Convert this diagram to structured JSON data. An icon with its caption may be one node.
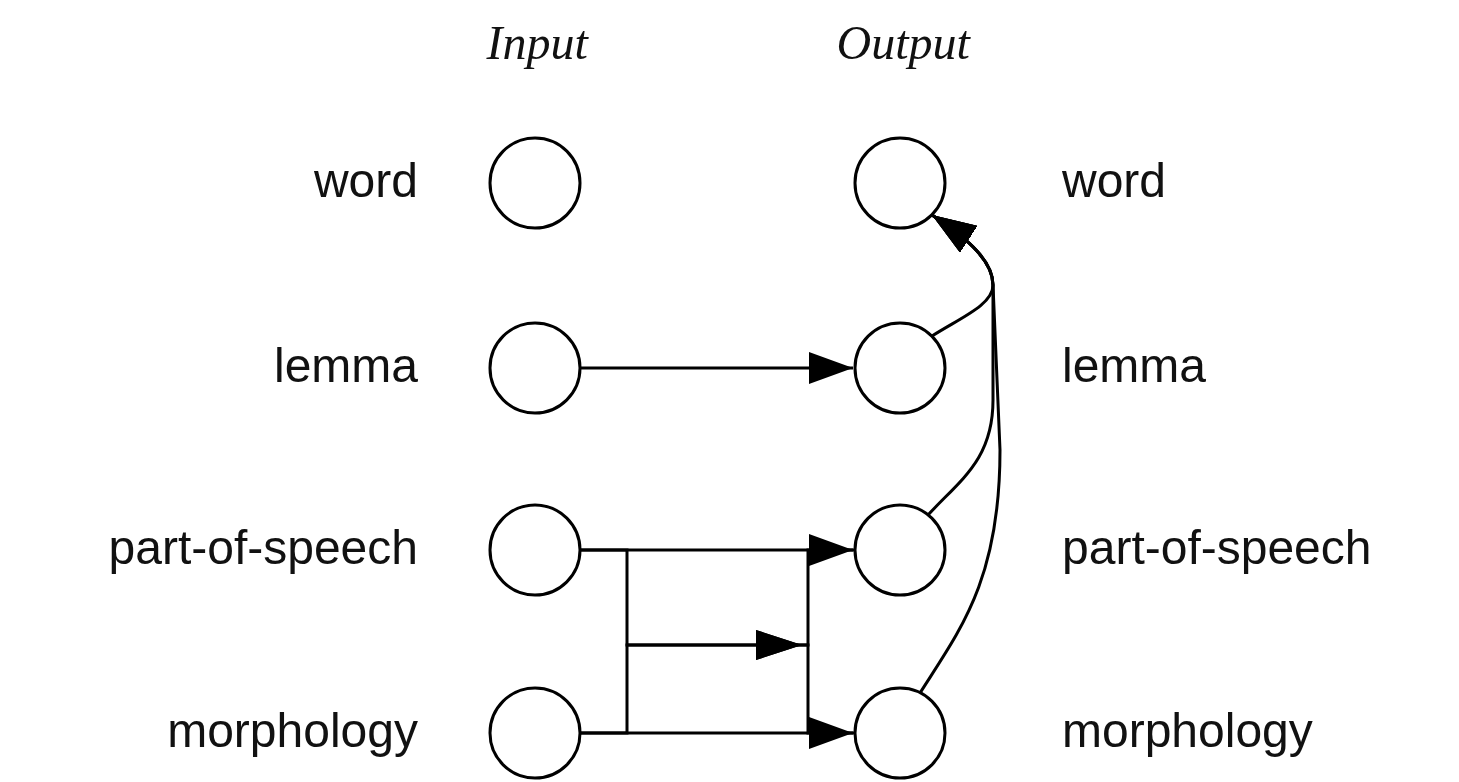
{
  "diagram": {
    "nodes": [
      {
        "text": [],
        "shape": "circle",
        "beside": [
          "word"
        ]
      },
      {
        "text": [],
        "shape": "circle",
        "beside": [
          "word"
        ]
      },
      {
        "text": [],
        "shape": "circle",
        "beside": [
          "lemma"
        ]
      },
      {
        "text": [],
        "shape": "circle",
        "beside": [
          "lemma"
        ]
      },
      {
        "text": [],
        "shape": "circle",
        "beside": [
          "part-of-speech"
        ]
      },
      {
        "text": [],
        "shape": "circle",
        "beside": [
          "part-of-speech"
        ]
      },
      {
        "text": [],
        "shape": "circle",
        "beside": [
          "morphology"
        ]
      },
      {
        "text": [],
        "shape": "circle",
        "beside": [
          "morphology"
        ]
      }
    ],
    "edges": [
      {
        "from": 2,
        "to": 3,
        "arrow": "to"
      },
      {
        "from": 4,
        "to": 5,
        "arrow": "to"
      },
      {
        "from": 4,
        "to": 7,
        "arrow": "to"
      },
      {
        "from": 6,
        "to": 5,
        "arrow": "to"
      },
      {
        "from": 6,
        "to": 7,
        "arrow": "to"
      },
      {
        "from": 3,
        "to": 1,
        "arrow": "to"
      },
      {
        "from": 5,
        "to": 1,
        "arrow": "to"
      },
      {
        "from": 7,
        "to": 1,
        "arrow": "to"
      }
    ],
    "labels": [
      "Input",
      "Output"
    ]
  }
}
